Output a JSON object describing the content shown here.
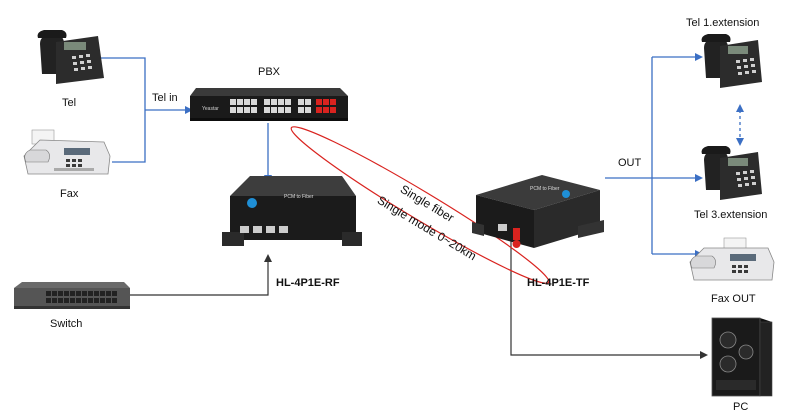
{
  "labels": {
    "tel": "Tel",
    "fax": "Fax",
    "tel_in": "Tel in",
    "pbx": "PBX",
    "switch": "Switch",
    "rf_device": "HL-4P1E-RF",
    "tf_device": "HL-4P1E-TF",
    "fiber_line1": "Single fiber",
    "fiber_line2": "Single mode 0~20km",
    "out": "OUT",
    "tel1_ext": "Tel 1.extension",
    "tel3_ext": "Tel 3.extension",
    "fax_out": "Fax OUT",
    "pc": "PC",
    "pbx_brand": "Yeastar",
    "rf_panel": "PCM to Fiber",
    "tf_panel": "PCM to Fiber"
  },
  "colors": {
    "wire": "#3b6fc4",
    "wire_dark": "#333333",
    "fiber": "#d9231f",
    "device": "#1b1b1b",
    "brand_blue": "#1f8fd6"
  },
  "icons": {
    "phone": "desk-phone-icon",
    "fax": "fax-machine-icon",
    "pbx": "pbx-rack-icon",
    "switch": "network-switch-icon",
    "converter": "fiber-converter-icon",
    "pc": "pc-tower-icon"
  }
}
